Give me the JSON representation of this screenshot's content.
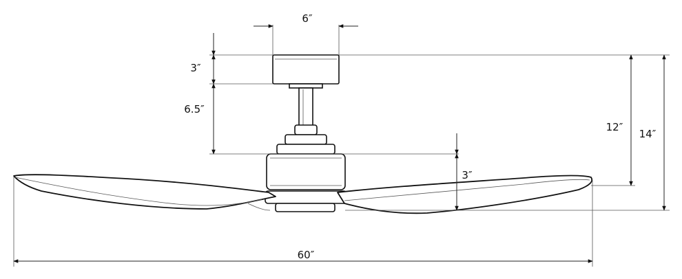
{
  "dimensions": {
    "canopy_width": "6″",
    "canopy_height": "3″",
    "downrod_length": "6.5″",
    "motor_height": "3″",
    "ceiling_to_blade": "12″",
    "overall_height": "14″",
    "blade_span": "60″"
  },
  "colors": {
    "outline": "#111111",
    "background": "#ffffff"
  }
}
